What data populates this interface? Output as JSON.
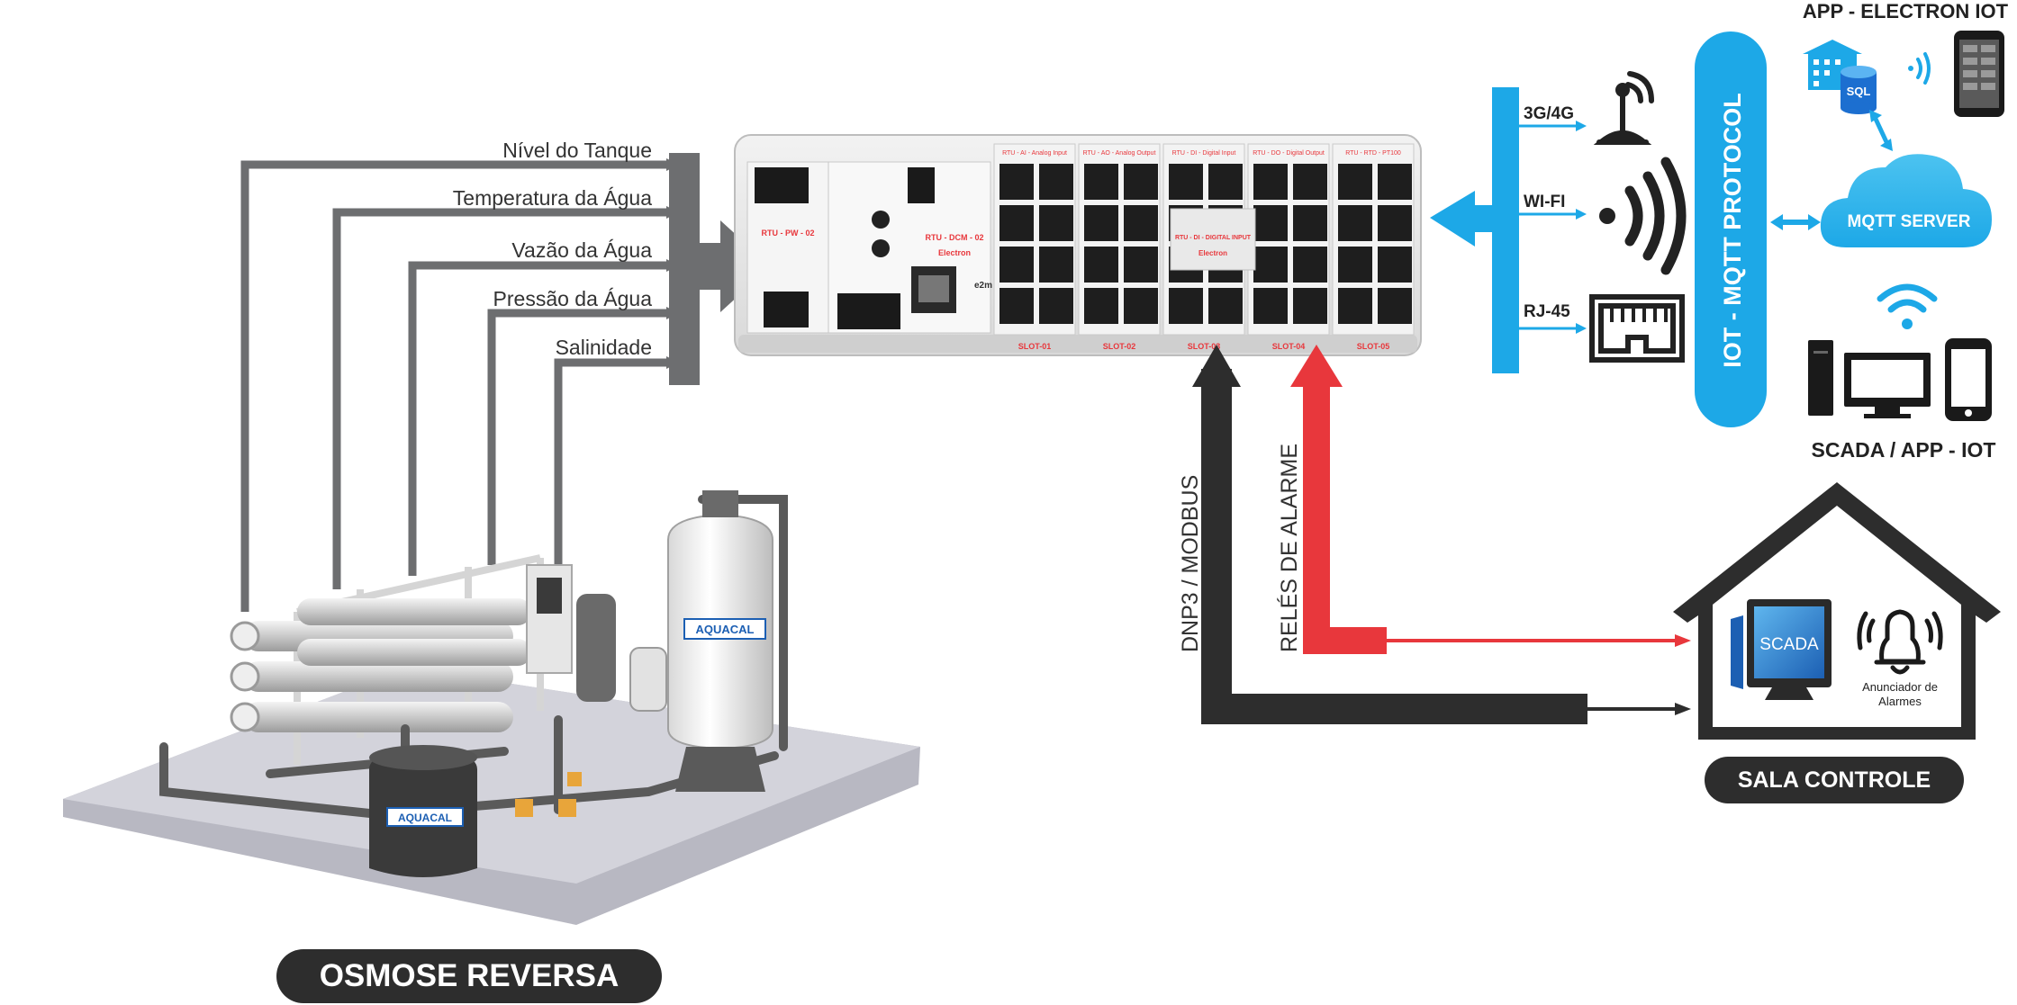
{
  "sensors": [
    {
      "label": "Nível do Tanque"
    },
    {
      "label": "Temperatura da Água"
    },
    {
      "label": "Vazão da Água"
    },
    {
      "label": "Pressão da Água"
    },
    {
      "label": "Salinidade"
    }
  ],
  "plant": {
    "title": "OSMOSE REVERSA",
    "brand": "AQUACAL"
  },
  "rtu": {
    "slots": [
      "SLOT-01",
      "SLOT-02",
      "SLOT-03",
      "SLOT-04",
      "SLOT-05"
    ],
    "module_pw": "RTU - PW - 02",
    "module_dcm": "RTU - DCM - 02",
    "module_di": "RTU - DI - DIGITAL INPUT",
    "brand": "Electron",
    "model": "e2m",
    "slot_titles": [
      "RTU - AI - Analog Input",
      "RTU - AO - Analog Output",
      "RTU - DI - Digital Input",
      "RTU - DO - Digital Output",
      "RTU - RTD - PT100"
    ]
  },
  "comms": [
    {
      "label": "3G/4G",
      "icon": "antenna-icon"
    },
    {
      "label": "WI-FI",
      "icon": "wifi-icon"
    },
    {
      "label": "RJ-45",
      "icon": "ethernet-icon"
    }
  ],
  "protocol": {
    "label": "IOT - MQTT PROTOCOL"
  },
  "cloud": {
    "app_title": "APP - ELECTRON IOT",
    "server_label": "MQTT SERVER",
    "sql_label": "SQL"
  },
  "scada": {
    "label": "SCADA / APP - IOT"
  },
  "control_room": {
    "title": "SALA CONTROLE",
    "screen_label": "SCADA",
    "annunciator": [
      "Anunciador de",
      "Alarmes"
    ]
  },
  "links": {
    "modbus": "DNP3 / MODBUS",
    "alarm": "RELÉS DE ALARME"
  },
  "colors": {
    "gray": "#6d6e70",
    "dark": "#2d2d2d",
    "red": "#e8373c",
    "blue": "#1da8e7"
  }
}
